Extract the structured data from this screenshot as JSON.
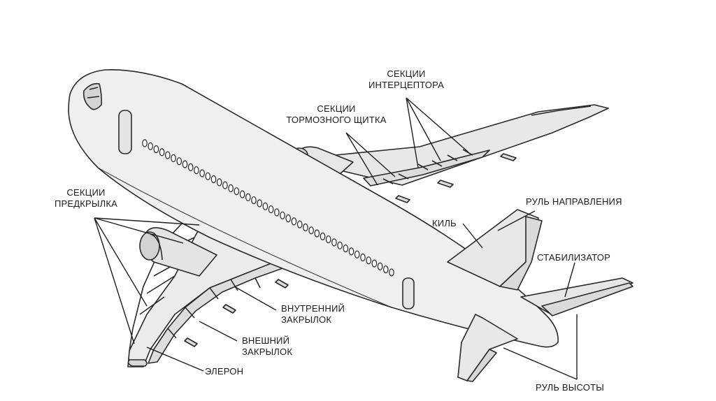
{
  "labels": {
    "interceptor": [
      "СЕКЦИИ",
      "ИНТЕРЦЕПТОРА"
    ],
    "airbrake": [
      "СЕКЦИИ",
      "ТОРМОЗНОГО ЩИТКА"
    ],
    "slat": [
      "СЕКЦИИ",
      "ПРЕДКРЫЛКА"
    ],
    "rudder": "РУЛЬ НАПРАВЛЕНИЯ",
    "fin": "КИЛЬ",
    "stabilizer": "СТАБИЛИЗАТОР",
    "inner_flap": [
      "ВНУТРЕННИЙ",
      "ЗАКРЫЛОК"
    ],
    "outer_flap": [
      "ВНЕШНИЙ",
      "ЗАКРЫЛОК"
    ],
    "aileron": "ЭЛЕРОН",
    "elevator": "РУЛЬ ВЫСОТЫ"
  },
  "colors": {
    "fill": "#ececec",
    "fill_dark": "#d4d4d4",
    "stroke": "#2a2a2a",
    "text": "#1a1a1a"
  }
}
